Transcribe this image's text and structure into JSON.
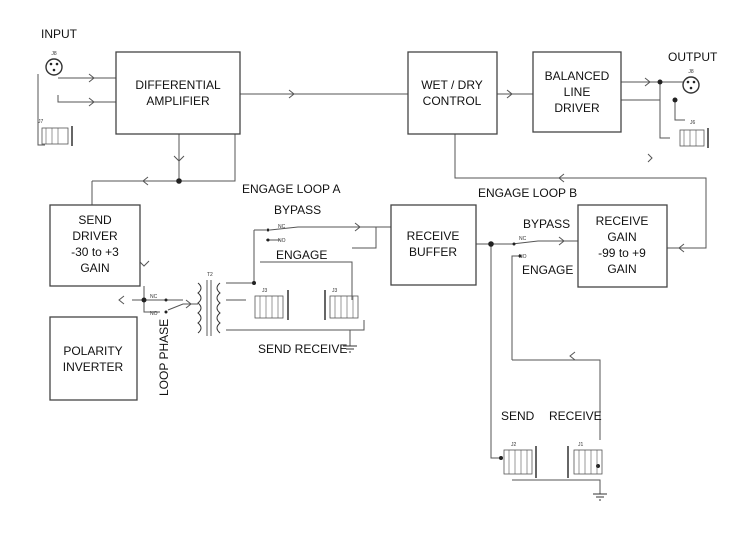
{
  "blocks": {
    "differential_amplifier": [
      "DIFFERENTIAL",
      "AMPLIFIER"
    ],
    "wet_dry_control": [
      "WET / DRY",
      "CONTROL"
    ],
    "balanced_line_driver": [
      "BALANCED",
      "LINE",
      "DRIVER"
    ],
    "send_driver": [
      "SEND",
      "DRIVER",
      "-30 to +3",
      "GAIN"
    ],
    "polarity_inverter": [
      "POLARITY",
      "INVERTER"
    ],
    "receive_buffer": [
      "RECEIVE",
      "BUFFER"
    ],
    "receive_gain": [
      "RECEIVE",
      "GAIN",
      "-99 to +9",
      "GAIN"
    ]
  },
  "labels": {
    "input": "INPUT",
    "output": "OUTPUT",
    "engage_loop_a": "ENGAGE LOOP A",
    "engage_loop_b": "ENGAGE LOOP B",
    "bypass_a": "BYPASS",
    "engage_a": "ENGAGE",
    "bypass_b": "BYPASS",
    "engage_b": "ENGAGE",
    "send_receive": "SEND RECEIVE",
    "loop_phase": "LOOP PHASE",
    "send": "SEND",
    "receive": "RECEIVE"
  },
  "parts": {
    "j8_in": "J8",
    "j7": "J7",
    "j8_out": "J8",
    "j6": "J6",
    "t2": "T2",
    "j3_left": "J3",
    "j3_right": "J3",
    "j2": "J2",
    "j1": "J1",
    "nc": "NC",
    "no": "NO"
  }
}
